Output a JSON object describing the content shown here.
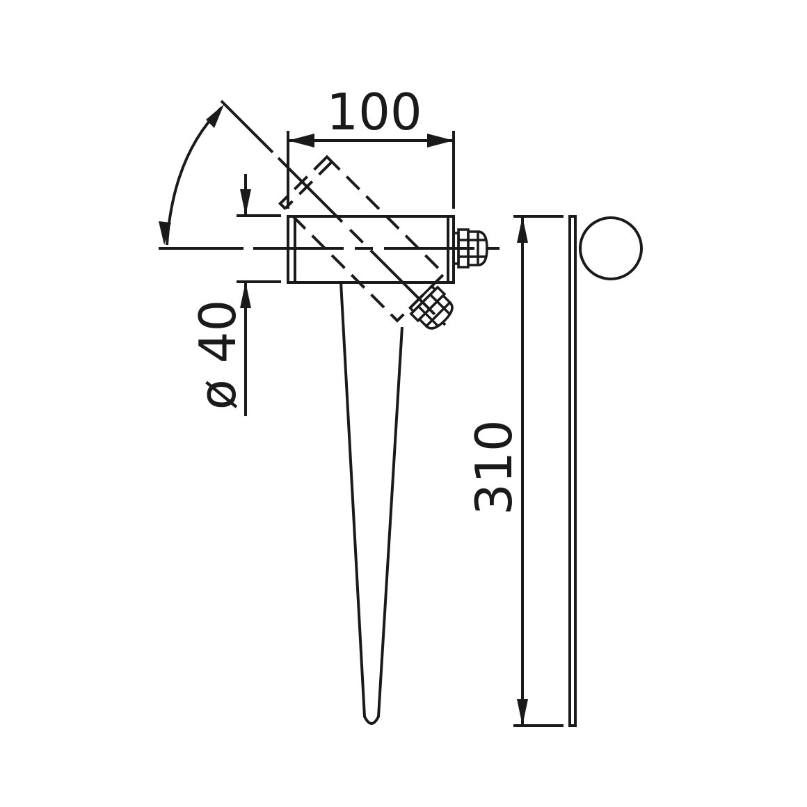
{
  "drawing": {
    "title": "Spike light dimension drawing",
    "line_color": "#1a1a1a",
    "background": "#ffffff",
    "dimensions": {
      "length": "100",
      "diameter": "ø 40",
      "height": "310"
    },
    "angle_indicator": "tilt arc"
  }
}
